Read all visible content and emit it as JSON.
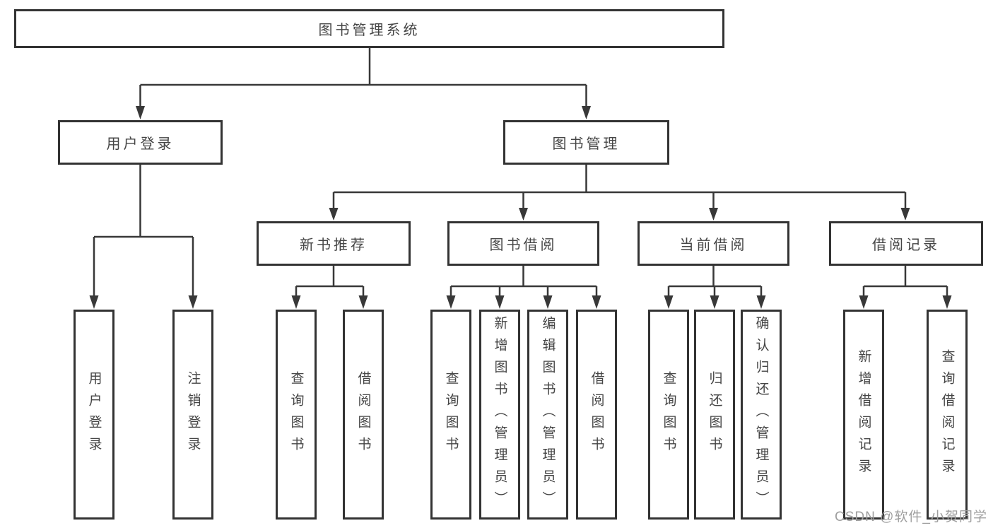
{
  "tree": {
    "root": {
      "label": "图书管理系统",
      "children": [
        {
          "label": "用户登录",
          "children": [
            {
              "label": "用户登录"
            },
            {
              "label": "注销登录"
            }
          ]
        },
        {
          "label": "图书管理",
          "children": [
            {
              "label": "新书推荐",
              "children": [
                {
                  "label": "查询图书"
                },
                {
                  "label": "借阅图书"
                }
              ]
            },
            {
              "label": "图书借阅",
              "children": [
                {
                  "label": "查询图书"
                },
                {
                  "label": "新增图书（管理员）"
                },
                {
                  "label": "编辑图书（管理员）"
                },
                {
                  "label": "借阅图书"
                }
              ]
            },
            {
              "label": "当前借阅",
              "children": [
                {
                  "label": "查询图书"
                },
                {
                  "label": "归还图书"
                },
                {
                  "label": "确认归还（管理员）"
                }
              ]
            },
            {
              "label": "借阅记录",
              "children": [
                {
                  "label": "新增借阅记录"
                },
                {
                  "label": "查询借阅记录"
                }
              ]
            }
          ]
        }
      ]
    }
  },
  "watermark": {
    "text": "CSDN @软件_小贺同学"
  },
  "colors": {
    "background": "#ffffff",
    "box_border": "#333333",
    "connector_line": "#383838",
    "node_text": "#454545",
    "watermark_text": "#9e9e9e"
  }
}
